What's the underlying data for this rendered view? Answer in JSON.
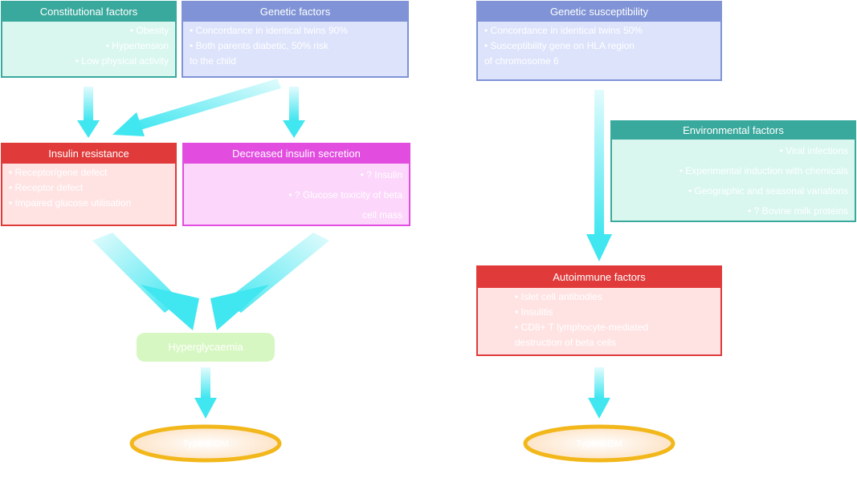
{
  "colors": {
    "teal": "#3aa99d",
    "teal_fill": "#d9f7ef",
    "blue": "#7f93d6",
    "blue_fill": "#dde3fb",
    "red": "#e03a3a",
    "red_fill": "#ffe3e3",
    "magenta": "#e24de0",
    "magenta_fill": "#fcd6fb",
    "arrow": "#40e6f0",
    "green_fill": "#d7f7c2",
    "gold": "#f2b71a"
  },
  "boxes": {
    "constitutional": {
      "title": "Constitutional factors",
      "items": [
        "• Obesity",
        "• Hypertension",
        "• Low physical activity"
      ]
    },
    "genetic": {
      "title": "Genetic factors",
      "items": [
        "• Concordance in identical twins 90%",
        "• Both parents diabetic, 50% risk",
        "   to the child"
      ]
    },
    "genetic_susceptibility": {
      "title": "Genetic susceptibility",
      "items": [
        "• Concordance in identical twins 50%",
        "• Susceptibility gene on HLA region",
        "   of chromosome 6"
      ]
    },
    "insulin_resistance": {
      "title": "Insulin resistance",
      "items": [
        "• Receptor/gene defect",
        "• Receptor defect",
        "• Impaired glucose utilisation"
      ]
    },
    "decreased_secretion": {
      "title": "Decreased insulin secretion",
      "items": [
        "• ? Insulin",
        "• ? Glucose toxicity of beta",
        "   cell mass"
      ]
    },
    "environmental": {
      "title": "Environmental factors",
      "items": [
        "• Viral infections",
        "• Experimental induction with chemicals",
        "• Geographic and seasonal variations",
        "• ? Bovine milk proteins"
      ]
    },
    "autoimmune": {
      "title": "Autoimmune factors",
      "items": [
        "• Islet cell antibodies",
        "• Insulitis",
        "• CD8+ T lymphocyte-mediated",
        "   destruction of beta cells"
      ]
    }
  },
  "hyperglycaemia": "Hyperglycaemia",
  "outcomes": {
    "left": "Type 2 DM",
    "right": "Type 1 DM"
  }
}
